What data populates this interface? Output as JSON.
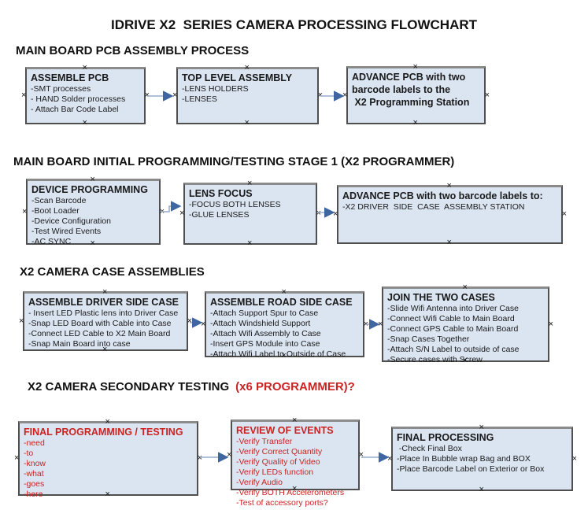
{
  "title": "IDRIVE X2  SERIES CAMERA PROCESSING FLOWCHART",
  "colors": {
    "box_fill": "#dbe5f1",
    "box_border": "#4f4f4f",
    "red_text": "#cc2222",
    "arrow_line": "#95accb",
    "arrow_head": "#3f66a0",
    "text": "#1a1a1a"
  },
  "sections": [
    {
      "heading": "MAIN BOARD PCB ASSEMBLY PROCESS",
      "boxes": [
        {
          "title": "ASSEMBLE PCB",
          "items": [
            "-SMT processes",
            "- HAND Solder processes",
            "- Attach Bar Code Label"
          ]
        },
        {
          "title": "TOP LEVEL ASSEMBLY",
          "items": [
            "-LENS HOLDERS",
            "-LENSES"
          ]
        },
        {
          "lines": [
            "ADVANCE PCB with two",
            "barcode labels to the",
            " X2 Programming Station"
          ]
        }
      ]
    },
    {
      "heading": "MAIN BOARD INITIAL PROGRAMMING/TESTING STAGE 1 (X2 PROGRAMMER)",
      "boxes": [
        {
          "title": "DEVICE PROGRAMMING",
          "items": [
            "-Scan Barcode",
            "-Boot Loader",
            "-Device Configuration",
            "-Test Wired Events",
            "-AC SYNC"
          ]
        },
        {
          "title": "LENS FOCUS",
          "items": [
            "-FOCUS BOTH LENSES",
            "-GLUE LENSES"
          ]
        },
        {
          "title": "ADVANCE PCB with two barcode labels to:",
          "items": [
            "-X2 DRIVER  SIDE  CASE  ASSEMBLY STATION"
          ]
        }
      ]
    },
    {
      "heading": "X2 CAMERA CASE ASSEMBLIES",
      "boxes": [
        {
          "title": "ASSEMBLE DRIVER SIDE CASE",
          "items": [
            "- Insert LED Plastic lens into Driver Case",
            "-Snap LED Board with Cable into Case",
            "-Connect LED Cable to X2 Main Board",
            "-Snap Main Board into case"
          ]
        },
        {
          "title": "ASSEMBLE ROAD SIDE CASE",
          "items": [
            "-Attach Support Spur to Case",
            "-Attach Windshield Support",
            "-Attach Wifi Assembly to Case",
            "-Insert GPS Module into Case",
            "-Attach Wifi Label to Outside of Case"
          ]
        },
        {
          "title": "JOIN THE TWO CASES",
          "items": [
            "-Slide Wifi Antenna into Driver Case",
            "-Connect Wifi Cable to Main Board",
            "-Connect GPS Cable to Main Board",
            "-Snap Cases Together",
            "-Attach S/N Label to outside of case",
            "-Secure cases with Screw"
          ]
        }
      ]
    },
    {
      "heading": "X2 CAMERA SECONDARY TESTING",
      "heading_suffix": "(x6 PROGRAMMER)?",
      "boxes": [
        {
          "title": "FINAL PROGRAMMING / TESTING",
          "items": [
            "-need",
            "-to",
            "-know",
            "-what",
            "-goes",
            "-here"
          ]
        },
        {
          "title": "REVIEW OF EVENTS",
          "items": [
            "-Verify Transfer",
            "-Verify Correct Quantity",
            "-Verify Quality of Video",
            "-Verify LEDs function",
            "-Verify Audio",
            "-Verify BOTH Accelerometers",
            "-Test of accessory ports?"
          ]
        },
        {
          "title": "FINAL PROCESSING",
          "items": [
            " -Check Final Box",
            "-Place In Bubble wrap Bag and BOX",
            "-Place Barcode Label on Exterior or Box"
          ]
        }
      ]
    }
  ]
}
